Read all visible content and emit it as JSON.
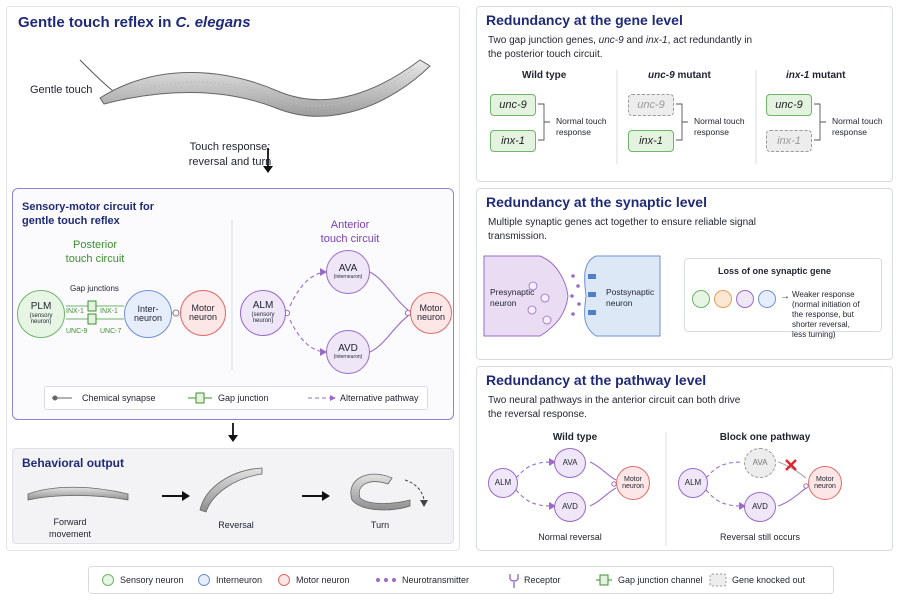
{
  "left": {
    "title_prefix": "Gentle touch reflex in ",
    "title_italic": "C. elegans",
    "gentle_touch": "Gentle touch",
    "touch_response_line1": "Touch response:",
    "touch_response_line2": "reversal and turn",
    "circuit": {
      "title_line1": "Sensory-motor circuit for",
      "title_line2": "gentle touch reflex",
      "posterior_line1": "Posterior",
      "posterior_line2": "touch circuit",
      "gap_junctions": "Gap junctions",
      "plm": "PLM",
      "plm_sub_line1": "(sensory",
      "plm_sub_line2": "neuron)",
      "inx1_left": "INX-1",
      "inx1_right": "INX-1",
      "unc9": "UNC-9",
      "unc7": "UNC-7",
      "interneuron_line1": "Inter-",
      "interneuron_line2": "neuron",
      "motor_line1": "Motor",
      "motor_line2": "neuron",
      "anterior_line1": "Anterior",
      "anterior_line2": "touch circuit",
      "alm": "ALM",
      "alm_sub_line1": "(sensory",
      "alm_sub_line2": "neuron)",
      "ava": "AVA",
      "ava_sub": "(interneuron)",
      "avd": "AVD",
      "avd_sub": "(interneuron)",
      "motor2_line1": "Motor",
      "motor2_line2": "neuron",
      "legend_chemical": "Chemical synapse",
      "legend_gap": "Gap junction",
      "legend_alt": "Alternative pathway"
    },
    "behavior": {
      "title": "Behavioral output",
      "forward_line1": "Forward",
      "forward_line2": "movement",
      "reversal": "Reversal",
      "turn": "Turn"
    }
  },
  "gene": {
    "title": "Redundancy at the gene level",
    "desc_1": "Two gap junction genes, ",
    "desc_unc9": "unc-9",
    "desc_2": " and ",
    "desc_inx1": "inx-1",
    "desc_3": ", act redundantly in",
    "desc_line2": "the posterior touch circuit.",
    "col_wt": "Wild type",
    "col_unc9": "unc-9",
    "col_unc9_suffix": " mutant",
    "col_inx1": "inx-1",
    "col_inx1_suffix": " mutant",
    "gene_unc9": "unc-9",
    "gene_inx1": "inx-1",
    "normal_line1": "Normal touch",
    "normal_line2": "response"
  },
  "synaptic": {
    "title": "Redundancy at the synaptic level",
    "desc_line1": "Multiple synaptic genes act together to ensure reliable signal",
    "desc_line2": "transmission.",
    "presynaptic_line1": "Presynaptic",
    "presynaptic_line2": "neuron",
    "postsynaptic_line1": "Postsynaptic",
    "postsynaptic_line2": "neuron",
    "loss_title": "Loss of one synaptic gene",
    "weaker_line1": "Weaker response",
    "weaker_line2": "(normal initiation of",
    "weaker_line3": "the response, but",
    "weaker_line4": "shorter reversal,",
    "weaker_line5": "less turning)"
  },
  "pathway": {
    "title": "Redundancy at the pathway level",
    "desc_line1": "Two neural pathways in the anterior circuit can both drive",
    "desc_line2": "the reversal response.",
    "wt_title": "Wild type",
    "block_title": "Block one pathway",
    "alm": "ALM",
    "ava": "AVA",
    "avd": "AVD",
    "motor_line1": "Motor",
    "motor_line2": "neuron",
    "normal_reversal": "Normal reversal",
    "reversal_occurs": "Reversal still occurs"
  },
  "legend": {
    "sensory": "Sensory neuron",
    "inter": "Interneuron",
    "motor": "Motor neuron",
    "neurotransmitter": "Neurotransmitter",
    "receptor": "Receptor",
    "gap_channel": "Gap junction channel",
    "knocked_out": "Gene knocked out"
  },
  "colors": {
    "title": "#1f2a78",
    "sensory": "#6fb46a",
    "inter": "#6f8fd6",
    "motor": "#e06b6b",
    "purple": "#9a6cc8",
    "posterior": "#3f8f2f"
  }
}
